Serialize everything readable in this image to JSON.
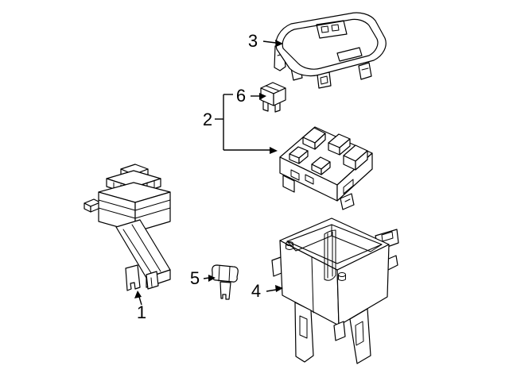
{
  "background_color": "#ffffff",
  "line_color": "#000000",
  "callouts": [
    {
      "label": "1"
    },
    {
      "label": "2"
    },
    {
      "label": "3"
    },
    {
      "label": "4"
    },
    {
      "label": "5"
    },
    {
      "label": "6"
    }
  ]
}
